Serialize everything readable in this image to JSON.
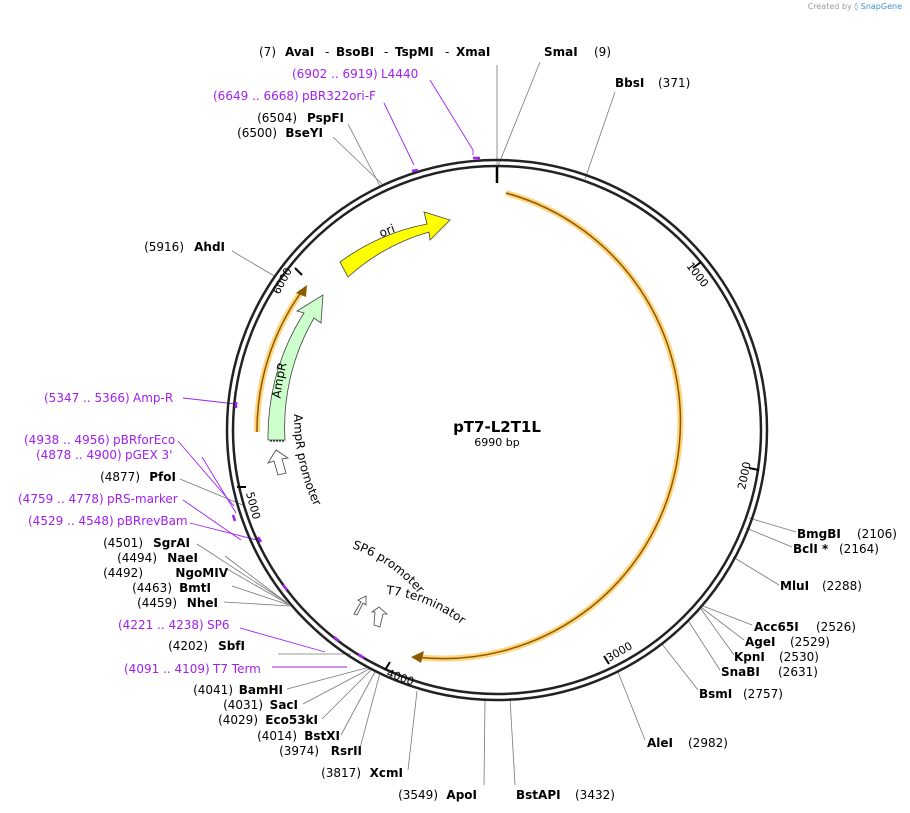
{
  "credit": {
    "prefix": "Created by",
    "brand": "SnapGene"
  },
  "plasmid": {
    "name": "pT7-L2T1L",
    "size_label": "6990 bp"
  },
  "ticks": [
    "1000",
    "2000",
    "3000",
    "4000",
    "5000",
    "6000"
  ],
  "enzymes": {
    "smai": {
      "name": "SmaI",
      "pos": "(9)"
    },
    "bbsi": {
      "name": "BbsI",
      "pos": "(371)"
    },
    "bmgbi": {
      "name": "BmgBI",
      "pos": "(2106)"
    },
    "bcli": {
      "name": "BclI *",
      "pos": "(2164)"
    },
    "mlui": {
      "name": "MluI",
      "pos": "(2288)"
    },
    "acc65i": {
      "name": "Acc65I",
      "pos": "(2526)"
    },
    "agei": {
      "name": "AgeI",
      "pos": "(2529)"
    },
    "kpni": {
      "name": "KpnI",
      "pos": "(2530)"
    },
    "snabi": {
      "name": "SnaBI",
      "pos": "(2631)"
    },
    "bsmi": {
      "name": "BsmI",
      "pos": "(2757)"
    },
    "alei": {
      "name": "AleI",
      "pos": "(2982)"
    },
    "bstapi": {
      "name": "BstAPI",
      "pos": "(3432)"
    },
    "apoi": {
      "name": "ApoI",
      "pos": "(3549)"
    },
    "xcmi": {
      "name": "XcmI",
      "pos": "(3817)"
    },
    "rsrii": {
      "name": "RsrII",
      "pos": "(3974)"
    },
    "bstxi": {
      "name": "BstXI",
      "pos": "(4014)"
    },
    "eco53ki": {
      "name": "Eco53kI",
      "pos": "(4029)"
    },
    "saci": {
      "name": "SacI",
      "pos": "(4031)"
    },
    "bamhi": {
      "name": "BamHI",
      "pos": "(4041)"
    },
    "sbfi": {
      "name": "SbfI",
      "pos": "(4202)"
    },
    "nhei": {
      "name": "NheI",
      "pos": "(4459)"
    },
    "bmti": {
      "name": "BmtI",
      "pos": "(4463)"
    },
    "ngomiv": {
      "name": "NgoMIV",
      "pos": "(4492)"
    },
    "naei": {
      "name": "NaeI",
      "pos": "(4494)"
    },
    "sgrai": {
      "name": "SgrAI",
      "pos": "(4501)"
    },
    "pfoi": {
      "name": "PfoI",
      "pos": "(4877)"
    },
    "ahdi": {
      "name": "AhdI",
      "pos": "(5916)"
    },
    "bseyi": {
      "name": "BseYI",
      "pos": "(6500)"
    },
    "pspfi": {
      "name": "PspFI",
      "pos": "(6504)"
    },
    "top_group": {
      "pos": "(7)",
      "n1": "AvaI",
      "n2": "BsoBI",
      "n3": "TspMI",
      "n4": "XmaI",
      "sep": "-"
    }
  },
  "primers": {
    "l4440": {
      "name": "L4440",
      "range": "(6902 .. 6919)"
    },
    "pbr322ori": {
      "name": "pBR322ori-F",
      "range": "(6649 .. 6668)"
    },
    "ampr": {
      "name": "Amp-R",
      "range": "(5347 .. 5366)"
    },
    "pbrforeco": {
      "name": "pBRforEco",
      "range": "(4938 .. 4956)"
    },
    "pgex3": {
      "name": "pGEX 3'",
      "range": "(4878 .. 4900)"
    },
    "prsmarker": {
      "name": "pRS-marker",
      "range": "(4759 .. 4778)"
    },
    "pbrrevbam": {
      "name": "pBRrevBam",
      "range": "(4529 .. 4548)"
    },
    "sp6": {
      "name": "SP6",
      "range": "(4221 .. 4238)"
    },
    "t7term": {
      "name": "T7 Term",
      "range": "(4091 .. 4109)"
    }
  },
  "features": {
    "ori": "ori",
    "ampr": "AmpR",
    "ampr_promoter": "AmpR promoter",
    "sp6_promoter": "SP6 promoter",
    "t7_terminator": "T7 terminator"
  },
  "colors": {
    "backbone": "#222222",
    "primer": "#a020f0",
    "ori_fill": "#ffff00",
    "ampr_fill": "#ccffcc",
    "orf": "#ffcc66",
    "orf_line": "#8a5a00",
    "leader": "#777777"
  }
}
